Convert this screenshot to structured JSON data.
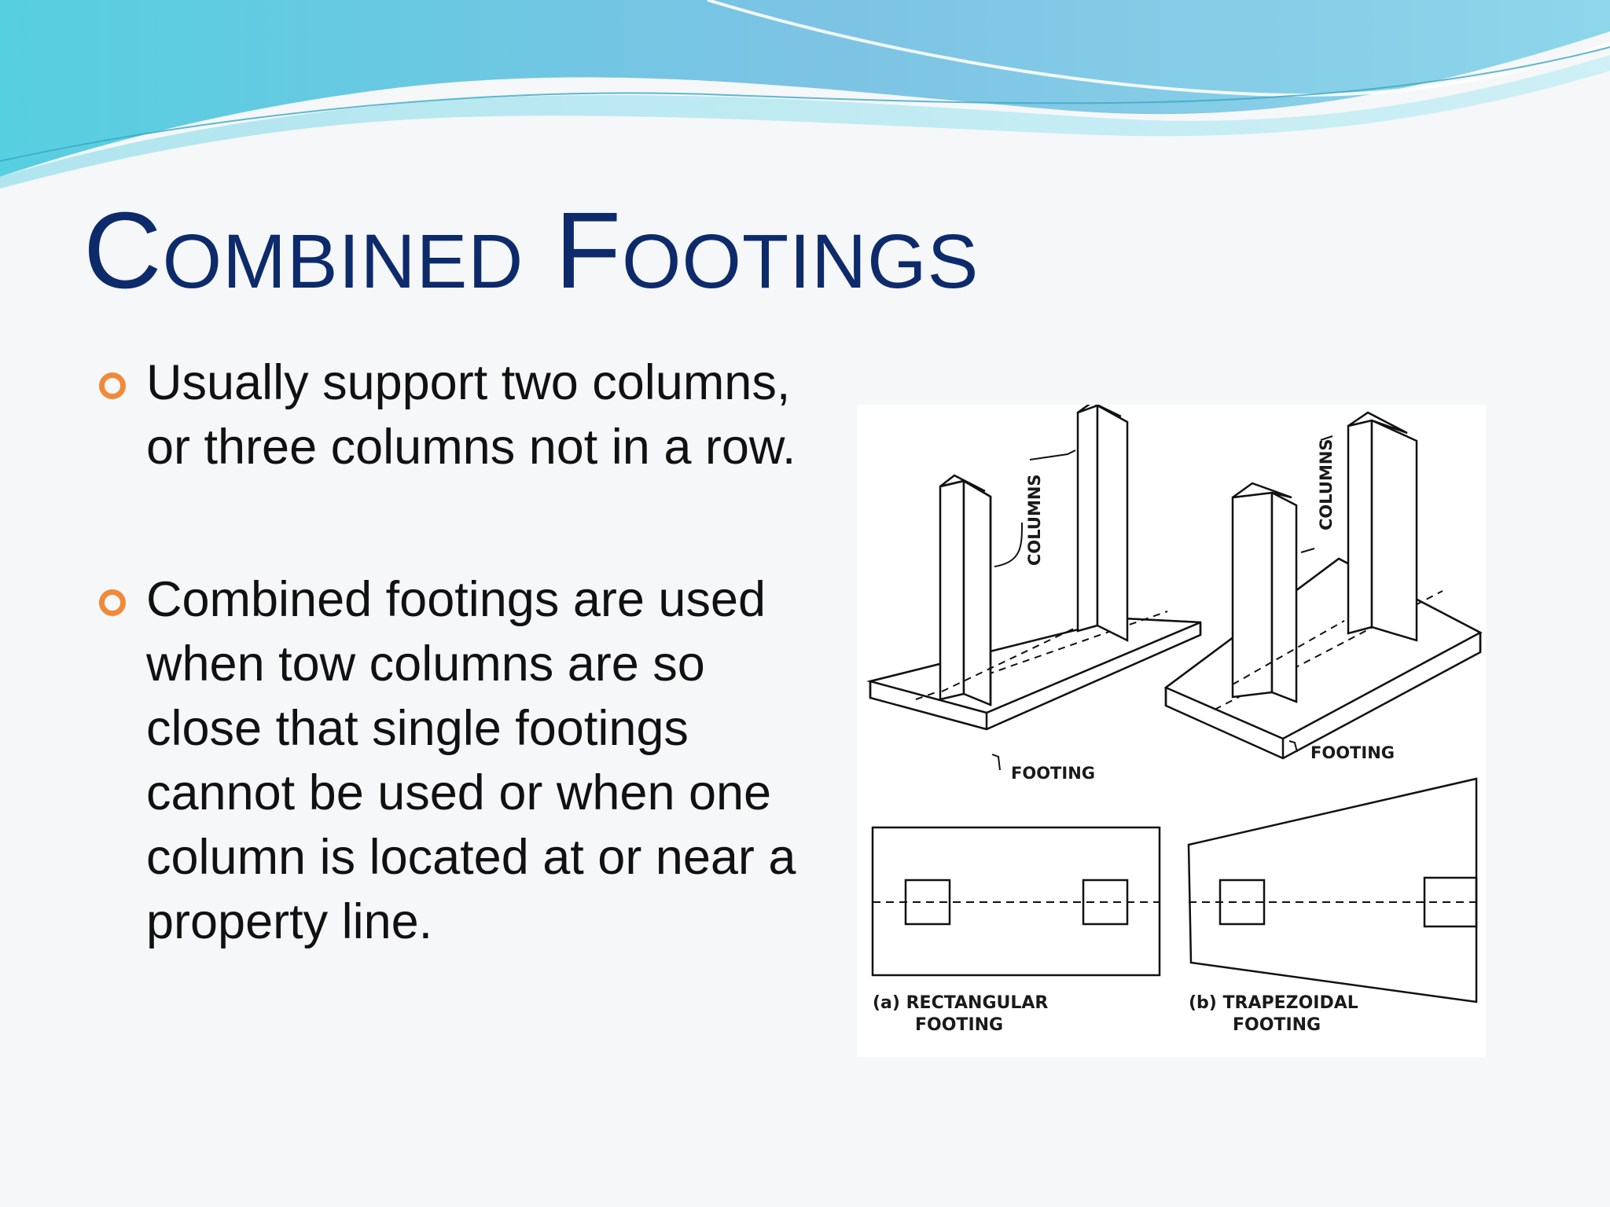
{
  "slide": {
    "title": "Combined Footings",
    "bullets": [
      {
        "text": "Usually support two columns, or three columns not in a row."
      },
      {
        "text": "Combined footings are used when tow columns are so close that single footings cannot be used or when one column is located at or near a property line."
      }
    ]
  },
  "figure": {
    "labels": {
      "columns_a": "COLUMNS",
      "columns_b": "COLUMNS",
      "footing_a": "FOOTING",
      "footing_b": "FOOTING",
      "caption_a_line1": "(a) RECTANGULAR",
      "caption_a_line2": "FOOTING",
      "caption_b_line1": "(b) TRAPEZOIDAL",
      "caption_b_line2": "FOOTING"
    }
  },
  "colors": {
    "title": "#0d2a6b",
    "bullet_marker": "#f08a3a",
    "header_wave": "#6fc6dc"
  },
  "icons": {
    "bullet_marker": "ring-bullet-icon"
  }
}
